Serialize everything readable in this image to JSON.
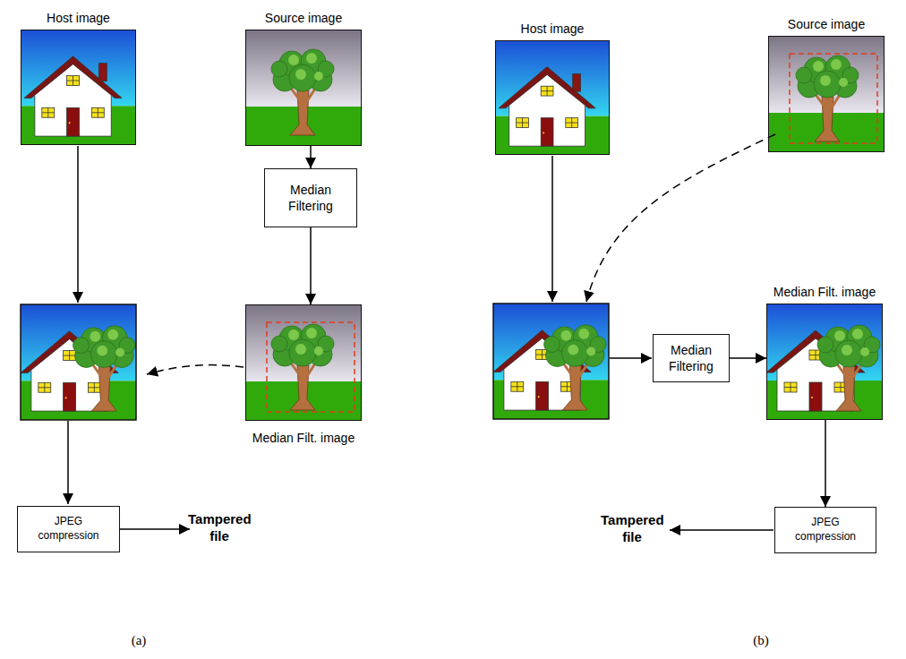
{
  "diagram": {
    "nodes": [
      {
        "text": [
          "Host image"
        ]
      },
      {
        "text": [
          "Source image"
        ]
      },
      {
        "text": [
          "Median Filtering"
        ]
      },
      {
        "text": [
          "Median Filt. image"
        ]
      },
      {
        "text": [
          "JPEG compression"
        ]
      },
      {
        "text": [
          "Host image"
        ]
      },
      {
        "text": [
          "Source image"
        ]
      },
      {
        "text": [
          "Median Filtering"
        ]
      },
      {
        "text": [
          "Median Filt. image"
        ]
      },
      {
        "text": [
          "JPEG compression"
        ]
      }
    ],
    "edges": [
      {
        "from": 1,
        "to": 2,
        "arrow": "to"
      },
      {
        "from": 2,
        "to": 3,
        "arrow": "to"
      },
      {
        "from": 7,
        "to": 8,
        "arrow": "to"
      },
      {
        "from": 8,
        "to": 9,
        "arrow": "to"
      }
    ],
    "labels": [
      "Tampered file",
      "Tampered file",
      "(a)",
      "(b)"
    ]
  }
}
